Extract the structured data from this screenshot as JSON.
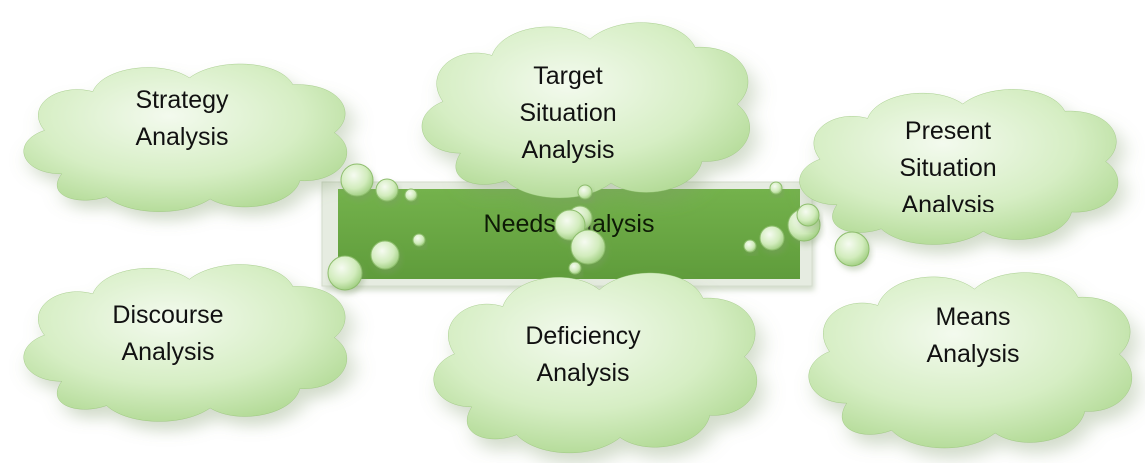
{
  "center": {
    "label": "Needs Analysis"
  },
  "clouds": [
    {
      "id": "strategy",
      "lines": [
        "Strategy",
        "Analysis"
      ]
    },
    {
      "id": "target-situation",
      "lines": [
        "Target",
        "Situation",
        "Analysis"
      ]
    },
    {
      "id": "present-situation",
      "lines": [
        "Present",
        "Situation",
        "Analysis"
      ]
    },
    {
      "id": "discourse",
      "lines": [
        "Discourse",
        "Analysis"
      ]
    },
    {
      "id": "deficiency",
      "lines": [
        "Deficiency",
        "Analysis"
      ]
    },
    {
      "id": "means",
      "lines": [
        "Means",
        "Analysis"
      ]
    }
  ],
  "colors": {
    "center_fill": "#6aa843",
    "center_frame": "#e9eee4",
    "cloud_light": "#f1f9ea",
    "cloud_mid": "#cfeab8",
    "cloud_dark": "#a9d58a",
    "cloud_stroke": "#8dbd6c"
  }
}
